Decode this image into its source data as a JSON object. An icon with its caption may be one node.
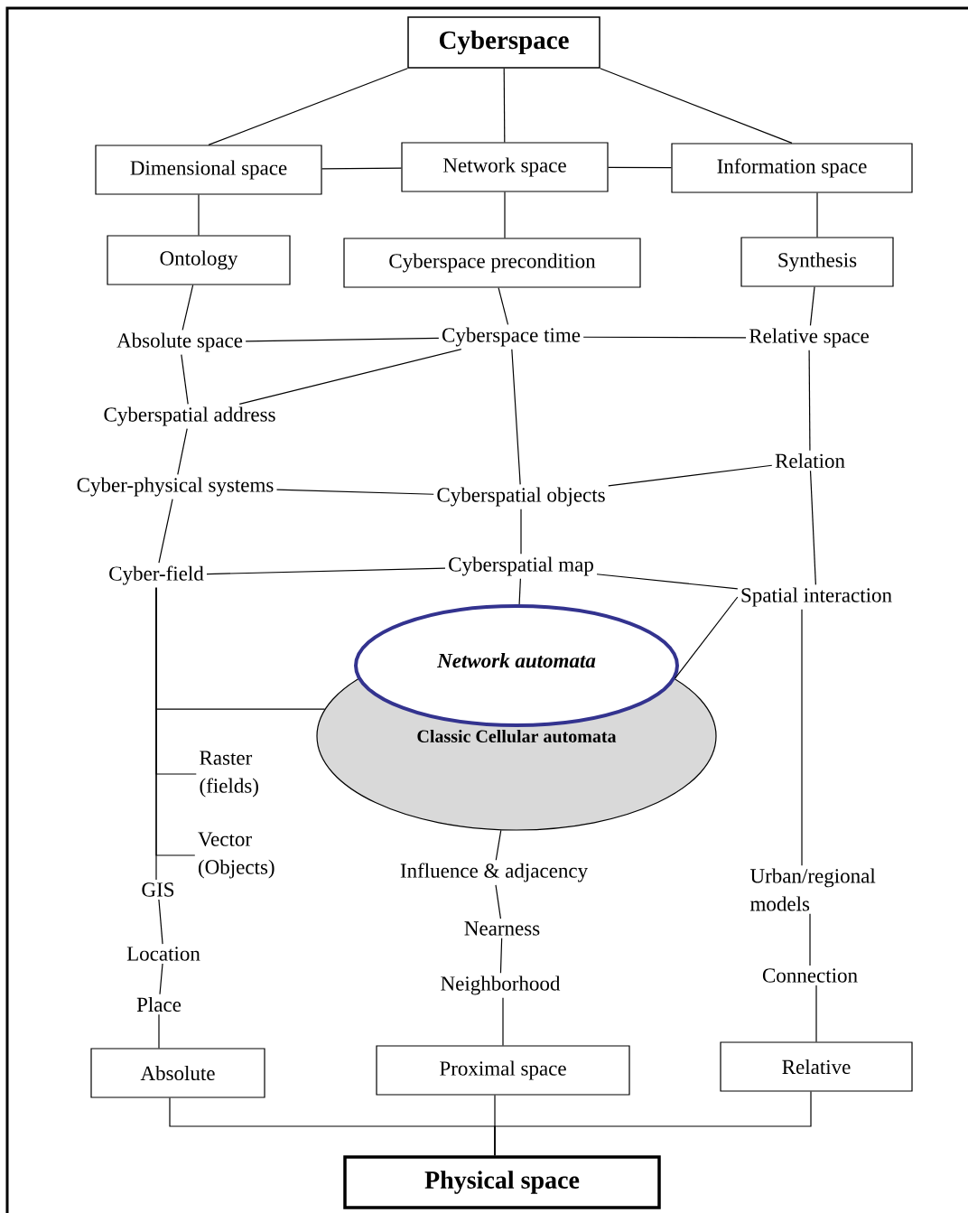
{
  "diagram": {
    "nodes": [
      {
        "text": [
          "Cyberspace"
        ]
      },
      {
        "text": [
          "Dimensional space"
        ]
      },
      {
        "text": [
          "Network space"
        ]
      },
      {
        "text": [
          "Information space"
        ]
      },
      {
        "text": [
          "Ontology"
        ]
      },
      {
        "text": [
          "Cyberspace precondition"
        ]
      },
      {
        "text": [
          "Synthesis"
        ]
      },
      {
        "text": [
          "Absolute space"
        ]
      },
      {
        "text": [
          "Cyberspace time"
        ]
      },
      {
        "text": [
          "Relative space"
        ]
      },
      {
        "text": [
          "Cyberspatial address"
        ]
      },
      {
        "text": [
          "Relation"
        ]
      },
      {
        "text": [
          "Cyber-physical systems"
        ]
      },
      {
        "text": [
          "Cyberspatial objects"
        ]
      },
      {
        "text": [
          "Cyber-field"
        ]
      },
      {
        "text": [
          "Cyberspatial map"
        ]
      },
      {
        "text": [
          "Spatial interaction"
        ]
      },
      {
        "text": [
          "Network automata"
        ]
      },
      {
        "text": [
          "Classic Cellular automata"
        ]
      },
      {
        "text": [
          "Raster (fields)"
        ]
      },
      {
        "text": [
          "Vector (Objects)"
        ]
      },
      {
        "text": [
          "GIS"
        ]
      },
      {
        "text": [
          "Influence & adjacency"
        ]
      },
      {
        "text": [
          "Urban/regional models"
        ]
      },
      {
        "text": [
          "Location"
        ]
      },
      {
        "text": [
          "Nearness"
        ]
      },
      {
        "text": [
          "Connection"
        ]
      },
      {
        "text": [
          "Place"
        ]
      },
      {
        "text": [
          "Neighborhood"
        ]
      },
      {
        "text": [
          "Absolute"
        ]
      },
      {
        "text": [
          "Proximal space"
        ]
      },
      {
        "text": [
          "Relative"
        ]
      },
      {
        "text": [
          "Physical space"
        ]
      }
    ],
    "edges": [
      {
        "from": 0,
        "to": 1,
        "arrow": "none"
      },
      {
        "from": 0,
        "to": 2,
        "arrow": "none"
      },
      {
        "from": 0,
        "to": 3,
        "arrow": "none"
      },
      {
        "from": 1,
        "to": 2,
        "arrow": "none"
      },
      {
        "from": 2,
        "to": 3,
        "arrow": "none"
      },
      {
        "from": 1,
        "to": 4,
        "arrow": "none"
      },
      {
        "from": 2,
        "to": 5,
        "arrow": "none"
      },
      {
        "from": 3,
        "to": 6,
        "arrow": "none"
      },
      {
        "from": 4,
        "to": 7,
        "arrow": "none"
      },
      {
        "from": 7,
        "to": 10,
        "arrow": "none"
      },
      {
        "from": 10,
        "to": 12,
        "arrow": "none"
      },
      {
        "from": 12,
        "to": 14,
        "arrow": "none"
      },
      {
        "from": 7,
        "to": 8,
        "arrow": "none"
      },
      {
        "from": 10,
        "to": 8,
        "arrow": "none"
      },
      {
        "from": 8,
        "to": 9,
        "arrow": "none"
      },
      {
        "from": 5,
        "to": 8,
        "arrow": "none"
      },
      {
        "from": 8,
        "to": 13,
        "arrow": "none"
      },
      {
        "from": 6,
        "to": 9,
        "arrow": "none"
      },
      {
        "from": 9,
        "to": 11,
        "arrow": "none"
      },
      {
        "from": 11,
        "to": 13,
        "arrow": "none"
      },
      {
        "from": 11,
        "to": 16,
        "arrow": "none"
      },
      {
        "from": 12,
        "to": 13,
        "arrow": "none"
      },
      {
        "from": 13,
        "to": 15,
        "arrow": "none"
      },
      {
        "from": 14,
        "to": 15,
        "arrow": "none"
      },
      {
        "from": 15,
        "to": 16,
        "arrow": "none"
      },
      {
        "from": 15,
        "to": 17,
        "arrow": "none"
      },
      {
        "from": 16,
        "to": 18,
        "arrow": "none"
      },
      {
        "from": 14,
        "to": 21,
        "arrow": "none"
      },
      {
        "from": 14,
        "to": 18,
        "arrow": "none"
      },
      {
        "from": 14,
        "to": 19,
        "arrow": "none"
      },
      {
        "from": 14,
        "to": 20,
        "arrow": "none"
      },
      {
        "from": 21,
        "to": 24,
        "arrow": "none"
      },
      {
        "from": 24,
        "to": 27,
        "arrow": "none"
      },
      {
        "from": 27,
        "to": 29,
        "arrow": "none"
      },
      {
        "from": 18,
        "to": 22,
        "arrow": "none"
      },
      {
        "from": 22,
        "to": 25,
        "arrow": "none"
      },
      {
        "from": 25,
        "to": 28,
        "arrow": "none"
      },
      {
        "from": 28,
        "to": 30,
        "arrow": "none"
      },
      {
        "from": 16,
        "to": 23,
        "arrow": "none"
      },
      {
        "from": 23,
        "to": 26,
        "arrow": "none"
      },
      {
        "from": 26,
        "to": 31,
        "arrow": "none"
      },
      {
        "from": 29,
        "to": 32,
        "arrow": "none"
      },
      {
        "from": 30,
        "to": 32,
        "arrow": "none"
      },
      {
        "from": 31,
        "to": 32,
        "arrow": "none"
      }
    ]
  }
}
